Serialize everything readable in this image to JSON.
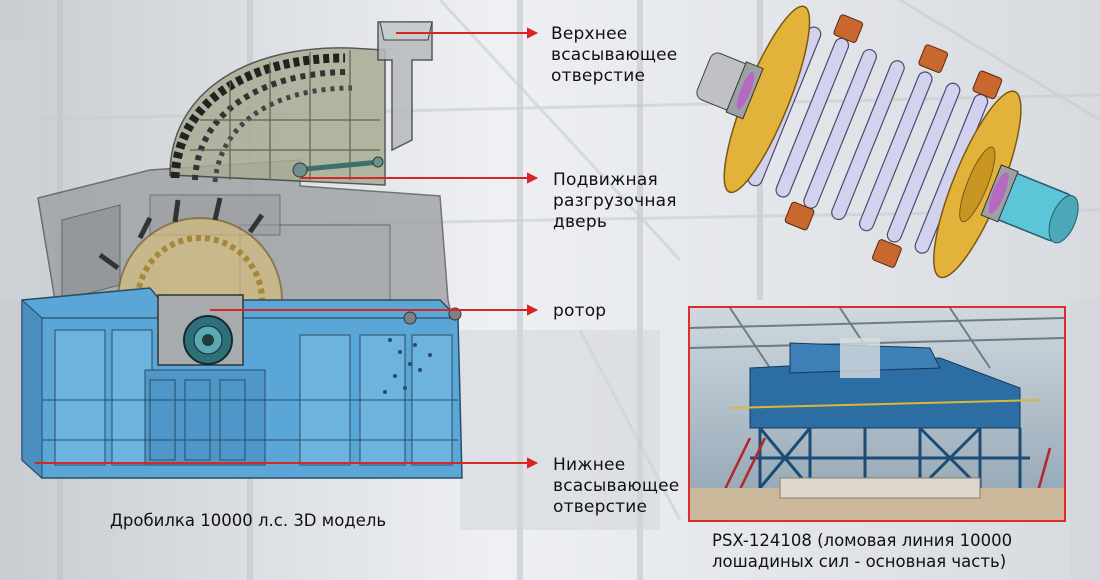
{
  "labels": {
    "upper_inlet": [
      "Верхнее",
      "всасывающее",
      "отверстие"
    ],
    "discharge_door": [
      "Подвижная",
      "разгрузочная",
      "дверь"
    ],
    "rotor": [
      "ротор"
    ],
    "lower_inlet": [
      "Нижнее",
      "всасывающее",
      "отверстие"
    ]
  },
  "captions": {
    "model": "Дробилка 10000 л.с. 3D модель",
    "photo": [
      "PSX-124108 (ломовая линия 10000",
      "лошадиных сил - основная часть)"
    ]
  },
  "colors": {
    "leader_line": "#d62626",
    "base_blue": "#5aa6d6",
    "base_blue_dark": "#2f6f9c",
    "housing_gray": "#8a8d90",
    "rotor_gold": "#e2b23a",
    "disc_lavender": "#c9c8e8",
    "hammer_orange": "#c8682e",
    "shaft_cyan": "#5cc6d8",
    "photo_border": "#e12b2b"
  }
}
